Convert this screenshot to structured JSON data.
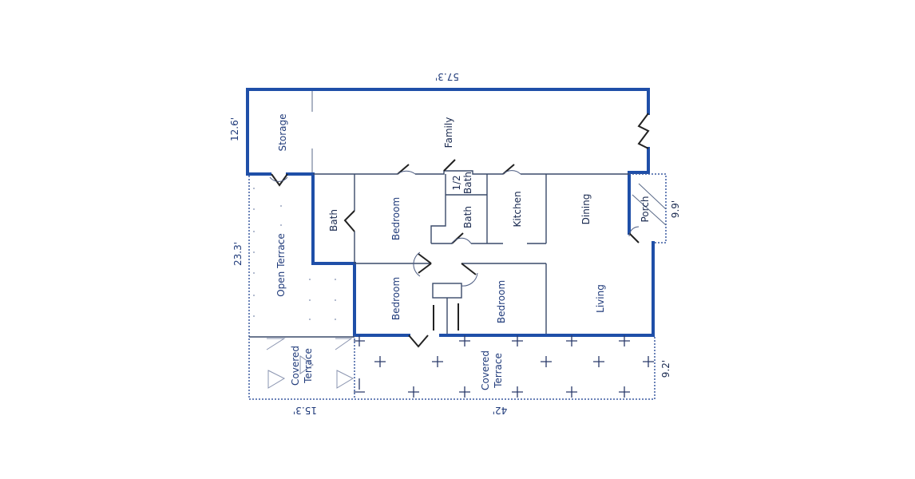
{
  "floorplan": {
    "title": "",
    "colors": {
      "exterior_wall": "#1f4fa8",
      "interior_wall": "#3a4a6a",
      "label": "#1f3a7a"
    },
    "rooms": [
      {
        "name": "Storage"
      },
      {
        "name": "Family"
      },
      {
        "name": "Bath"
      },
      {
        "name": "Bedroom"
      },
      {
        "name": "1/2"
      },
      {
        "name": "Bath"
      },
      {
        "name": "Bath"
      },
      {
        "name": "Kitchen"
      },
      {
        "name": "Dining"
      },
      {
        "name": "Porch"
      },
      {
        "name": "Bedroom"
      },
      {
        "name": "Bedroom"
      },
      {
        "name": "Living"
      },
      {
        "name": "Open Terrace"
      },
      {
        "name": "Covered"
      },
      {
        "name": "Terrace"
      },
      {
        "name": "Covered"
      },
      {
        "name": "Terrace"
      }
    ],
    "dimensions": {
      "top": "57.3'",
      "left_top": "12.6'",
      "left_middle": "23.3'",
      "bottom_left": "15.3'",
      "bottom_right": "42'",
      "right_porch": "9.9'",
      "right_terrace": "9.2'"
    }
  }
}
